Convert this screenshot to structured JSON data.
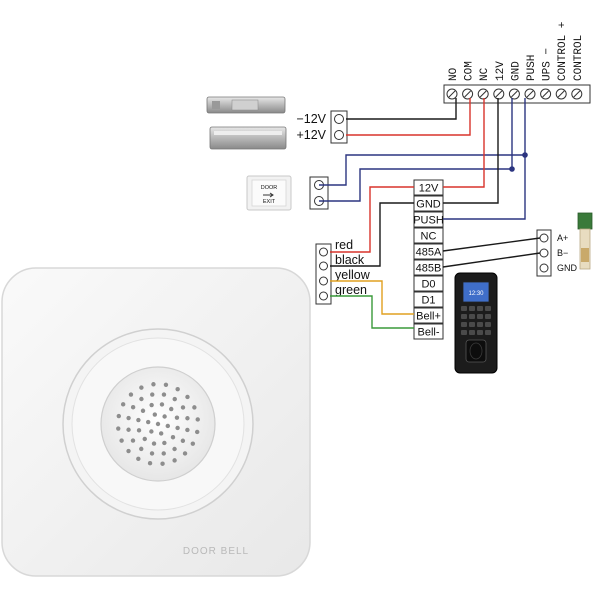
{
  "top_terminals": [
    "NO",
    "COM",
    "NC",
    "12V",
    "GND",
    "PUSH",
    "UPS  −",
    "CONTROL  +",
    "CONTROL"
  ],
  "lock_terminals": [
    "−12V",
    "+12V"
  ],
  "reader_terminals": [
    "12V",
    "GND",
    "PUSH",
    "NC",
    "485A",
    "485B",
    "D0",
    "D1",
    "Bell+",
    "Bell-"
  ],
  "bell_wires": [
    "red",
    "black",
    "yellow",
    "green"
  ],
  "rs485_terminals": [
    "A+",
    "B−",
    "GND"
  ],
  "exit_button": {
    "line1": "DOOR",
    "line2": "EXIT"
  },
  "doorbell_label": "DOOR BELL",
  "reader_screen_time": "12:30",
  "wire_colors": {
    "red": "#d9342b",
    "black": "#1a1a1a",
    "navy": "#2c3580",
    "yellow": "#e0a020",
    "green": "#3a9a3a"
  }
}
